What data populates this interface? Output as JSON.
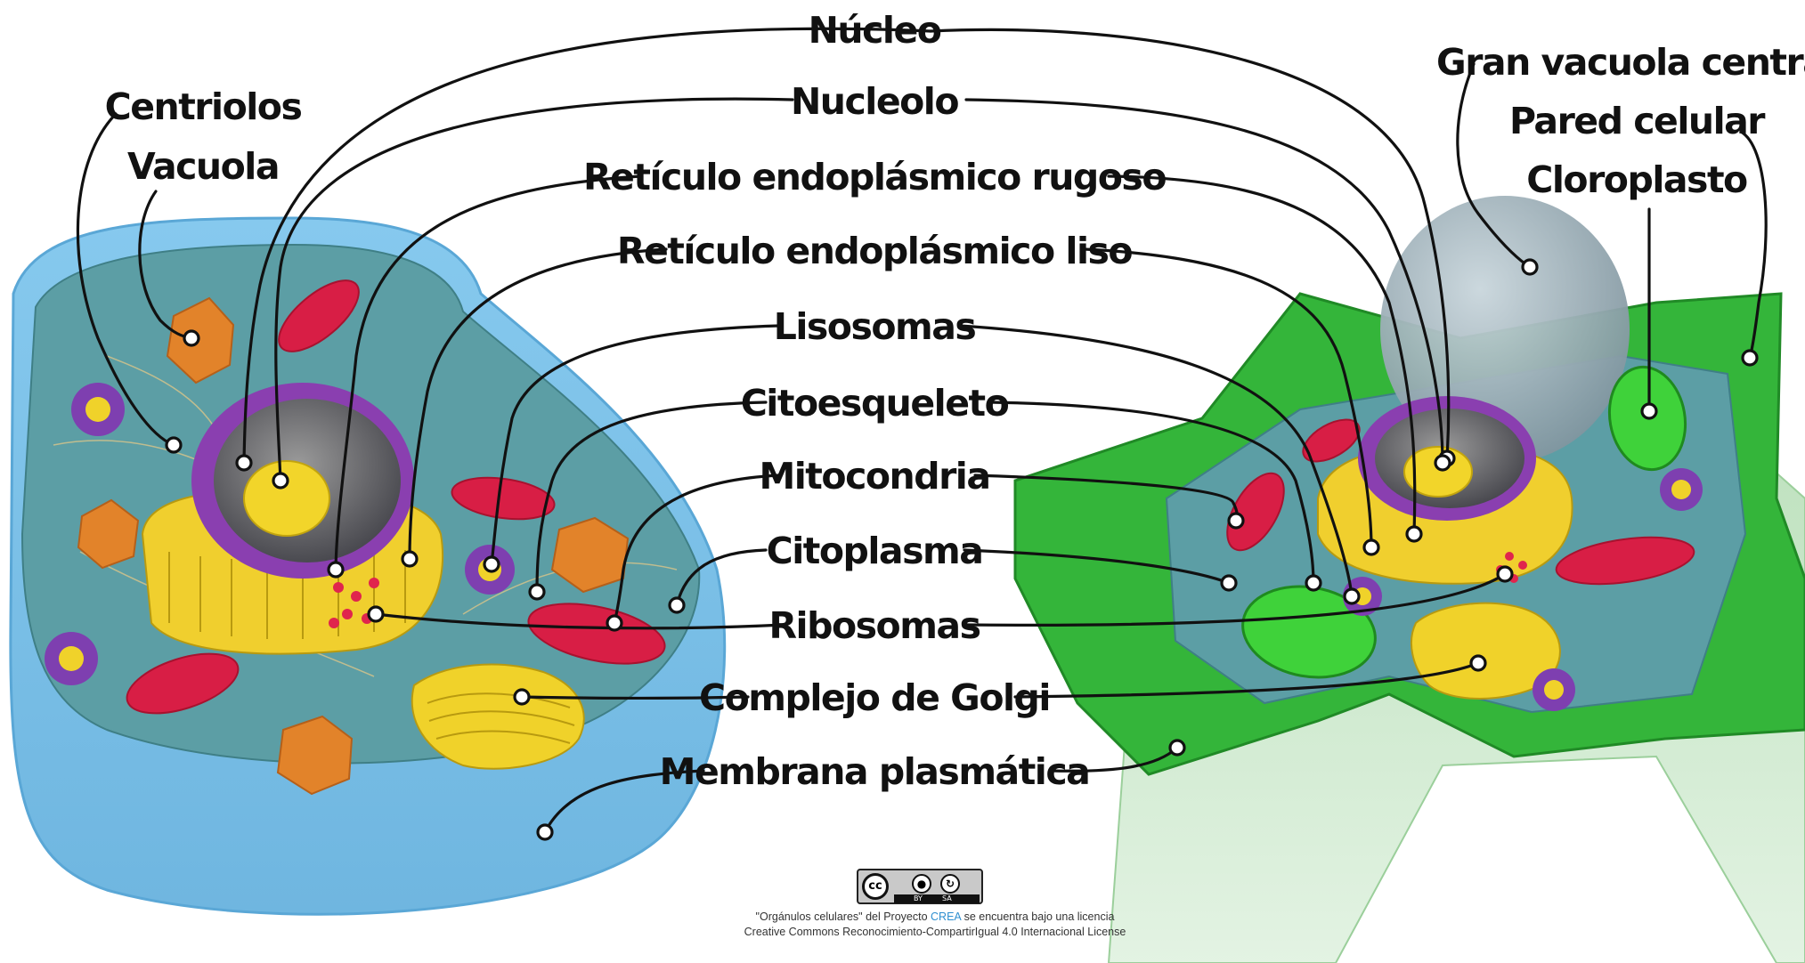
{
  "labels": {
    "nucleo": "Núcleo",
    "nucleolo": "Nucleolo",
    "rer": "Retículo endoplásmico rugoso",
    "rel": "Retículo endoplásmico liso",
    "lisosomas": "Lisosomas",
    "citoesqueleto": "Citoesqueleto",
    "mitocondria": "Mitocondria",
    "citoplasma": "Citoplasma",
    "ribosomas": "Ribosomas",
    "golgi": "Complejo de Golgi",
    "membrana": "Membrana plasmática",
    "centriolos": "Centriolos",
    "vacuola": "Vacuola",
    "gran_vacuola": "Gran vacuola central",
    "pared": "Pared celular",
    "cloroplasto": "Cloroplasto"
  },
  "credit": {
    "part1": "\"Orgánulos celulares\" del Proyecto",
    "link": "CREA",
    "part2": "se encuentra bajo una licencia",
    "line2": "Creative Commons Reconocimiento-CompartirIgual 4.0 Internacional License"
  },
  "license_badge": {
    "cc": "cc",
    "by_icon": "person-icon",
    "sa_icon": "share-alike-icon",
    "by": "BY",
    "sa": "SA"
  },
  "colors": {
    "animal_membrane": "#7ec4ea",
    "animal_cytoplasm": "#5a9fa6",
    "plant_wall": "#34b53a",
    "plant_wall_side": "#cfe9cf",
    "nucleus_envelope": "#8a3fb0",
    "rer": "#f0cf2e",
    "mitochondria": "#d81e45",
    "lysosome": "#7e3fb0",
    "chloroplast": "#3fd23a",
    "vacuole": "#8fa3ad",
    "vesicle": "#e2832a"
  }
}
